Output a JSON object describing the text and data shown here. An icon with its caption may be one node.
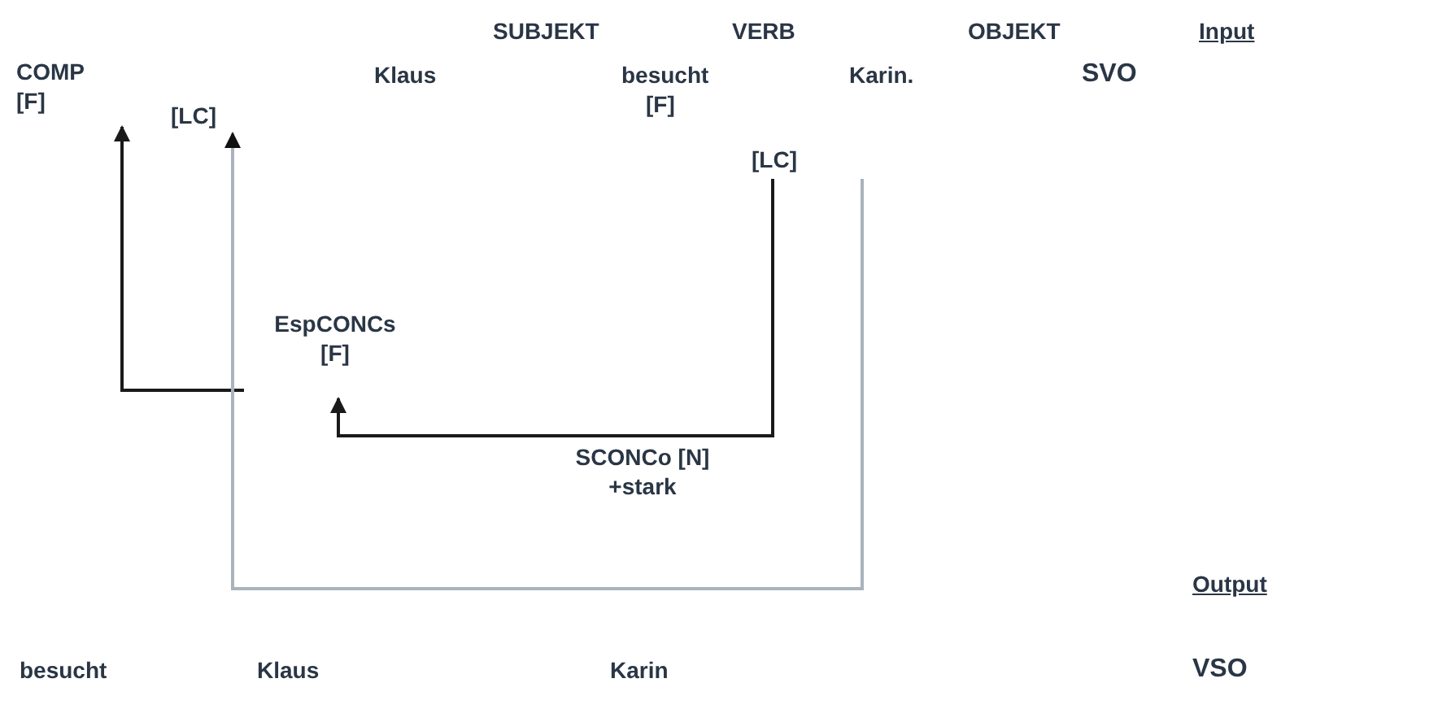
{
  "diagram": {
    "nodes": [
      {
        "text": [
          "COMP",
          "[F]"
        ]
      },
      {
        "text": [
          "[LC]"
        ]
      },
      {
        "text": [
          "[LC]"
        ]
      },
      {
        "text": [
          "EspCONCs",
          "[F]"
        ]
      }
    ],
    "edges": [
      {
        "from": 2,
        "to": 3,
        "arrow": "to"
      },
      {
        "from": 3,
        "to": 0,
        "arrow": "to"
      },
      {
        "from": 2,
        "to": 1,
        "arrow": "to",
        "color": "#a9b3bd"
      }
    ],
    "labels": [
      "SUBJEKT",
      "VERB",
      "OBJEKT",
      "Input",
      "Klaus",
      "besucht",
      "Karin.",
      "SVO",
      "[F]",
      "SCONCo [N] +stark",
      "Output",
      "besucht",
      "Klaus",
      "Karin",
      "VSO"
    ]
  }
}
